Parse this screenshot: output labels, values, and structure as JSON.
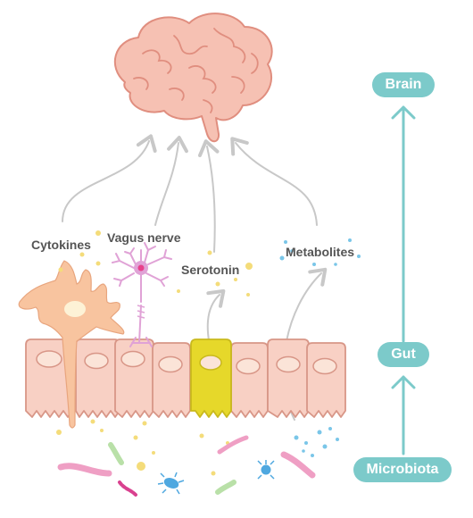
{
  "labels": {
    "cytokines": "Cytokines",
    "vagus_nerve": "Vagus nerve",
    "serotonin": "Serotonin",
    "metabolites": "Metabolites"
  },
  "axis": {
    "brain": "Brain",
    "gut": "Gut",
    "microbiota": "Microbiota"
  },
  "colors": {
    "brain_fill": "#f6c1b3",
    "brain_stroke": "#e08e7f",
    "cell_fill": "#f8d0c4",
    "cell_stroke": "#d89687",
    "nucleus": "#fbe4d8",
    "enteroendocrine_cell": "#e6d82a",
    "cytokine_cell": "#f8c49f",
    "vagus_neuron": "#e0a2d6",
    "arrow_grey": "#c8c8c8",
    "teal": "#7ccaca",
    "dot_yellow": "#f4dc7a",
    "dot_blue": "#7ac6e8"
  },
  "icons": [
    "brain-icon",
    "neuron-icon",
    "immune-cell-icon",
    "bacteria-icon",
    "virus-icon"
  ]
}
